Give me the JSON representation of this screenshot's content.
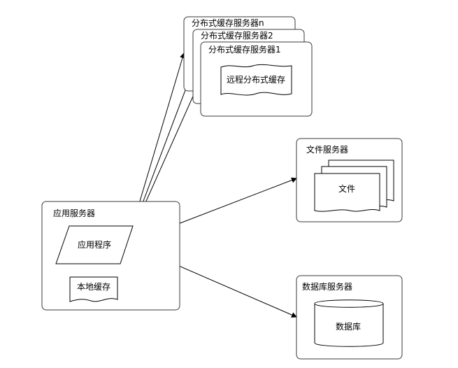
{
  "nodes": {
    "app_server": {
      "title": "应用服务器",
      "program": "应用程序",
      "local_cache": "本地缓存"
    },
    "cache_servers": {
      "titles": [
        "分布式缓存服务器n",
        "分布式缓存服务器2",
        "分布式缓存服务器1"
      ],
      "remote_cache": "远程分布式缓存"
    },
    "file_server": {
      "title": "文件服务器",
      "file": "文件"
    },
    "db_server": {
      "title": "数据库服务器",
      "db": "数据库"
    }
  }
}
